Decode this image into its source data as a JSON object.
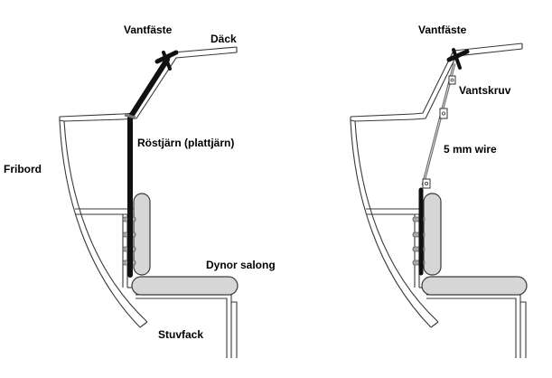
{
  "left_panel": {
    "labels": {
      "vantfaste": "Vantfäste",
      "dack": "Däck",
      "rostjarn": "Röstjärn (plattjärn)",
      "fribord": "Fribord",
      "dynor": "Dynor salong",
      "stuvfack": "Stuvfack"
    }
  },
  "right_panel": {
    "labels": {
      "vantfaste": "Vantfäste",
      "vantskruv": "Vantskruv",
      "wire": "5 mm wire"
    }
  }
}
